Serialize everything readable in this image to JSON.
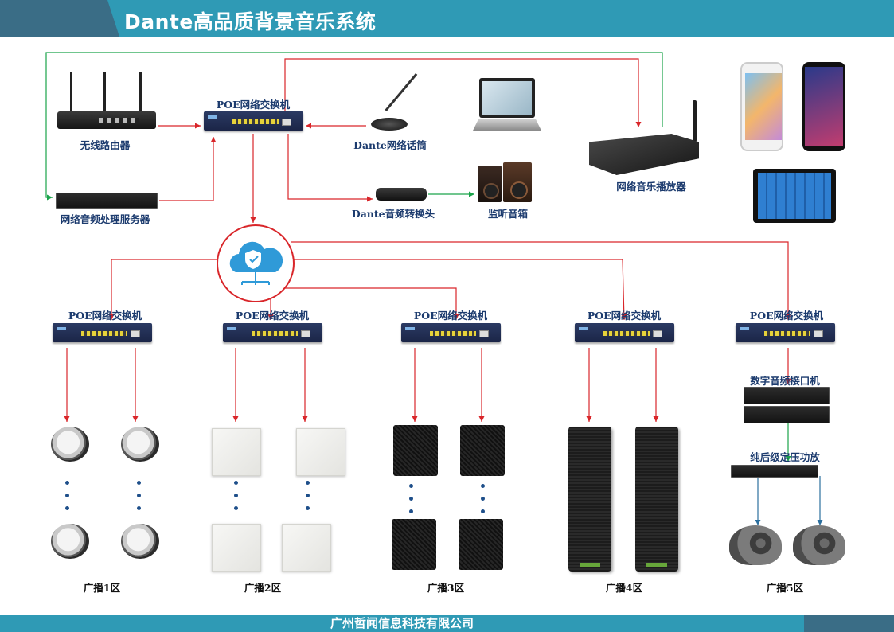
{
  "header": {
    "title": "Dante高品质背景音乐系统"
  },
  "footer": {
    "company": "广州哲闻信息科技有限公司"
  },
  "colors": {
    "header_bg": "#2f9ab5",
    "header_accent": "#3a6d86",
    "signal_line": "#d9262a",
    "feedback_line": "#1aa34a",
    "amp_line": "#2c6f9e"
  },
  "top_section": {
    "router_label": "无线路由器",
    "poe_switch_label": "POE网络交换机",
    "mic_label": "Dante网络话筒",
    "dsp_server_label": "网络音频处理服务器",
    "converter_label": "Dante音频转换头",
    "monitor_label": "监听音箱",
    "player_label": "网络音乐播放器"
  },
  "zones": [
    {
      "switch_label": "POE网络交换机",
      "zone_label": "广播1区",
      "speaker_type": "ceiling"
    },
    {
      "switch_label": "POE网络交换机",
      "zone_label": "广播2区",
      "speaker_type": "panel"
    },
    {
      "switch_label": "POE网络交换机",
      "zone_label": "广播3区",
      "speaker_type": "box"
    },
    {
      "switch_label": "POE网络交换机",
      "zone_label": "广播4区",
      "speaker_type": "column"
    },
    {
      "switch_label": "POE网络交换机",
      "zone_label": "广播5区",
      "speaker_type": "rock"
    }
  ],
  "zone5": {
    "interface_label": "数字音频接口机",
    "amp_label": "纯后级定压功放"
  },
  "icons": [
    "cloud-network-icon",
    "router-icon",
    "microphone-icon",
    "laptop-icon",
    "phone-icon",
    "tablet-icon"
  ]
}
